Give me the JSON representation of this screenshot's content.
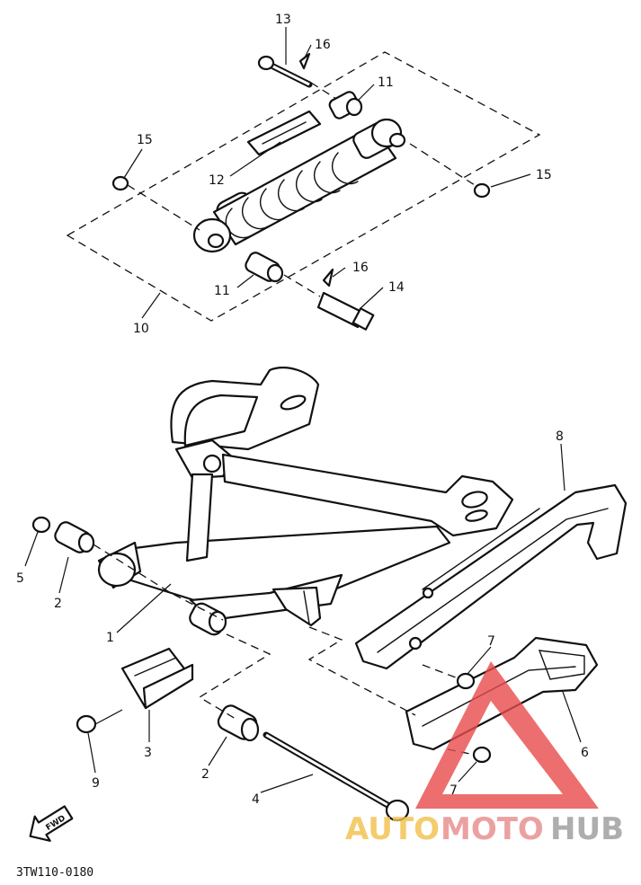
{
  "callouts": [
    {
      "id": "13",
      "text": "13"
    },
    {
      "id": "16a",
      "text": "16"
    },
    {
      "id": "11a",
      "text": "11"
    },
    {
      "id": "15a",
      "text": "15"
    },
    {
      "id": "15b",
      "text": "15"
    },
    {
      "id": "12",
      "text": "12"
    },
    {
      "id": "16b",
      "text": "16"
    },
    {
      "id": "14",
      "text": "14"
    },
    {
      "id": "11b",
      "text": "11"
    },
    {
      "id": "10",
      "text": "10"
    },
    {
      "id": "8",
      "text": "8"
    },
    {
      "id": "5",
      "text": "5"
    },
    {
      "id": "2a",
      "text": "2"
    },
    {
      "id": "1",
      "text": "1"
    },
    {
      "id": "7a",
      "text": "7"
    },
    {
      "id": "6",
      "text": "6"
    },
    {
      "id": "3",
      "text": "3"
    },
    {
      "id": "9",
      "text": "9"
    },
    {
      "id": "2b",
      "text": "2"
    },
    {
      "id": "7b",
      "text": "7"
    },
    {
      "id": "4",
      "text": "4"
    }
  ],
  "direction_marker": "FWD",
  "diagram_code": "3TW110-0180",
  "watermark": {
    "auto": "AUTO",
    "moto": "MOTO",
    "hub": "HUB",
    "auto_color": "#f2c04a",
    "moto_color": "#e88a8a",
    "hub_color": "#9a9a9a",
    "triangle_color": "#e84a4a"
  }
}
